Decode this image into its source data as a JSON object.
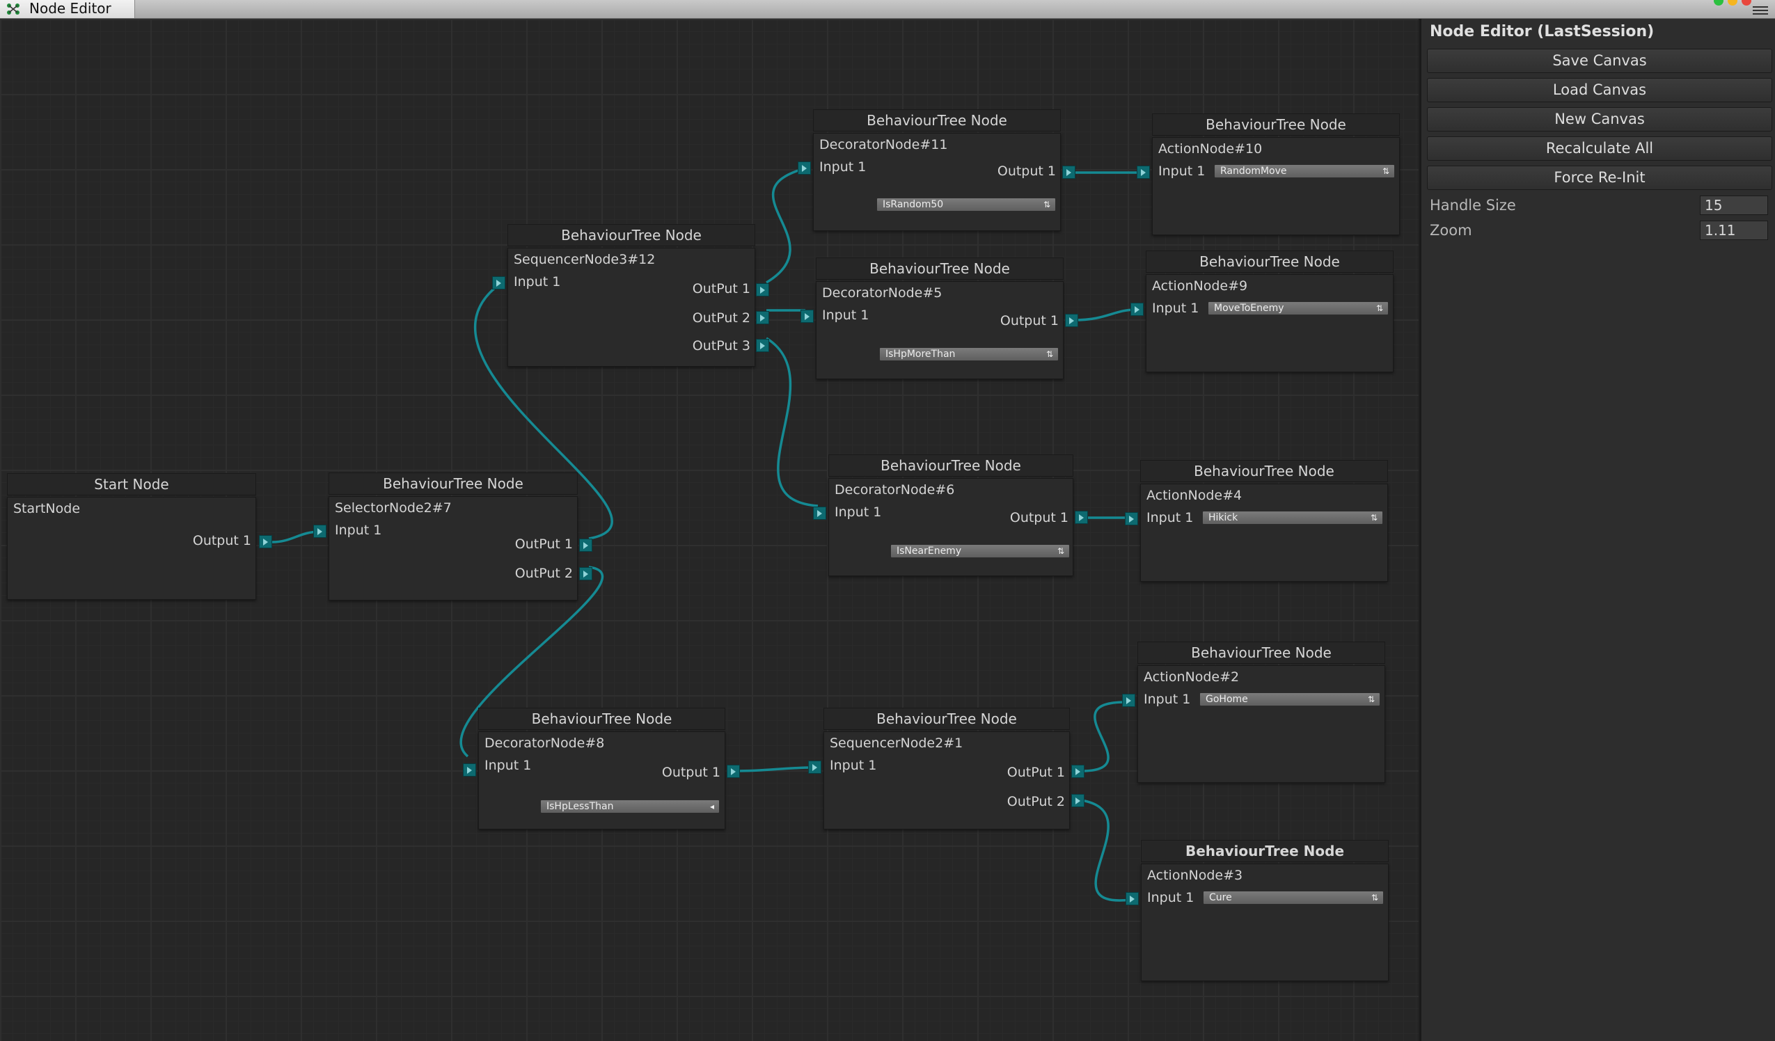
{
  "window": {
    "tab_title": "Node Editor",
    "tab_icon": "node-graph-icon",
    "menu_icon": "hamburger-menu-icon",
    "traffic_light_colors": [
      "#2bc03f",
      "#f5b51f",
      "#e8473d"
    ]
  },
  "colors": {
    "connection": "#158a93",
    "port_knob": "#0d6a70",
    "canvas_background": "#262626",
    "node_body": "#2a2a2a",
    "panel_background": "#2d2d2d"
  },
  "nodes": {
    "start": {
      "header": "Start Node",
      "name": "StartNode",
      "output1": "Output 1"
    },
    "selector7": {
      "header": "BehaviourTree Node",
      "name": "SelectorNode2#7",
      "input1": "Input 1",
      "output1": "OutPut 1",
      "output2": "OutPut 2"
    },
    "sequencer12": {
      "header": "BehaviourTree Node",
      "name": "SequencerNode3#12",
      "input1": "Input 1",
      "output1": "OutPut 1",
      "output2": "OutPut 2",
      "output3": "OutPut 3"
    },
    "decorator11": {
      "header": "BehaviourTree Node",
      "name": "DecoratorNode#11",
      "input1": "Input 1",
      "output1": "Output 1",
      "dropdown": "IsRandom50"
    },
    "decorator5": {
      "header": "BehaviourTree Node",
      "name": "DecoratorNode#5",
      "input1": "Input 1",
      "output1": "Output 1",
      "dropdown": "IsHpMoreThan"
    },
    "decorator6": {
      "header": "BehaviourTree Node",
      "name": "DecoratorNode#6",
      "input1": "Input 1",
      "output1": "Output 1",
      "dropdown": "IsNearEnemy"
    },
    "decorator8": {
      "header": "BehaviourTree Node",
      "name": "DecoratorNode#8",
      "input1": "Input 1",
      "output1": "Output 1",
      "dropdown": "IsHpLessThan"
    },
    "sequencer1": {
      "header": "BehaviourTree Node",
      "name": "SequencerNode2#1",
      "input1": "Input 1",
      "output1": "OutPut 1",
      "output2": "OutPut 2"
    },
    "action10": {
      "header": "BehaviourTree Node",
      "name": "ActionNode#10",
      "input1": "Input 1",
      "dropdown": "RandomMove"
    },
    "action9": {
      "header": "BehaviourTree Node",
      "name": "ActionNode#9",
      "input1": "Input 1",
      "dropdown": "MoveToEnemy"
    },
    "action4": {
      "header": "BehaviourTree Node",
      "name": "ActionNode#4",
      "input1": "Input 1",
      "dropdown": "Hikick"
    },
    "action2": {
      "header": "BehaviourTree Node",
      "name": "ActionNode#2",
      "input1": "Input 1",
      "dropdown": "GoHome"
    },
    "action3": {
      "header": "BehaviourTree Node",
      "name": "ActionNode#3",
      "input1": "Input 1",
      "dropdown": "Cure"
    }
  },
  "panel": {
    "title": "Node Editor (LastSession)",
    "buttons": [
      "Save Canvas",
      "Load Canvas",
      "New Canvas",
      "Recalculate All",
      "Force Re-Init"
    ],
    "handle_size_label": "Handle Size",
    "handle_size_value": "15",
    "zoom_label": "Zoom",
    "zoom_value": "1.11"
  }
}
